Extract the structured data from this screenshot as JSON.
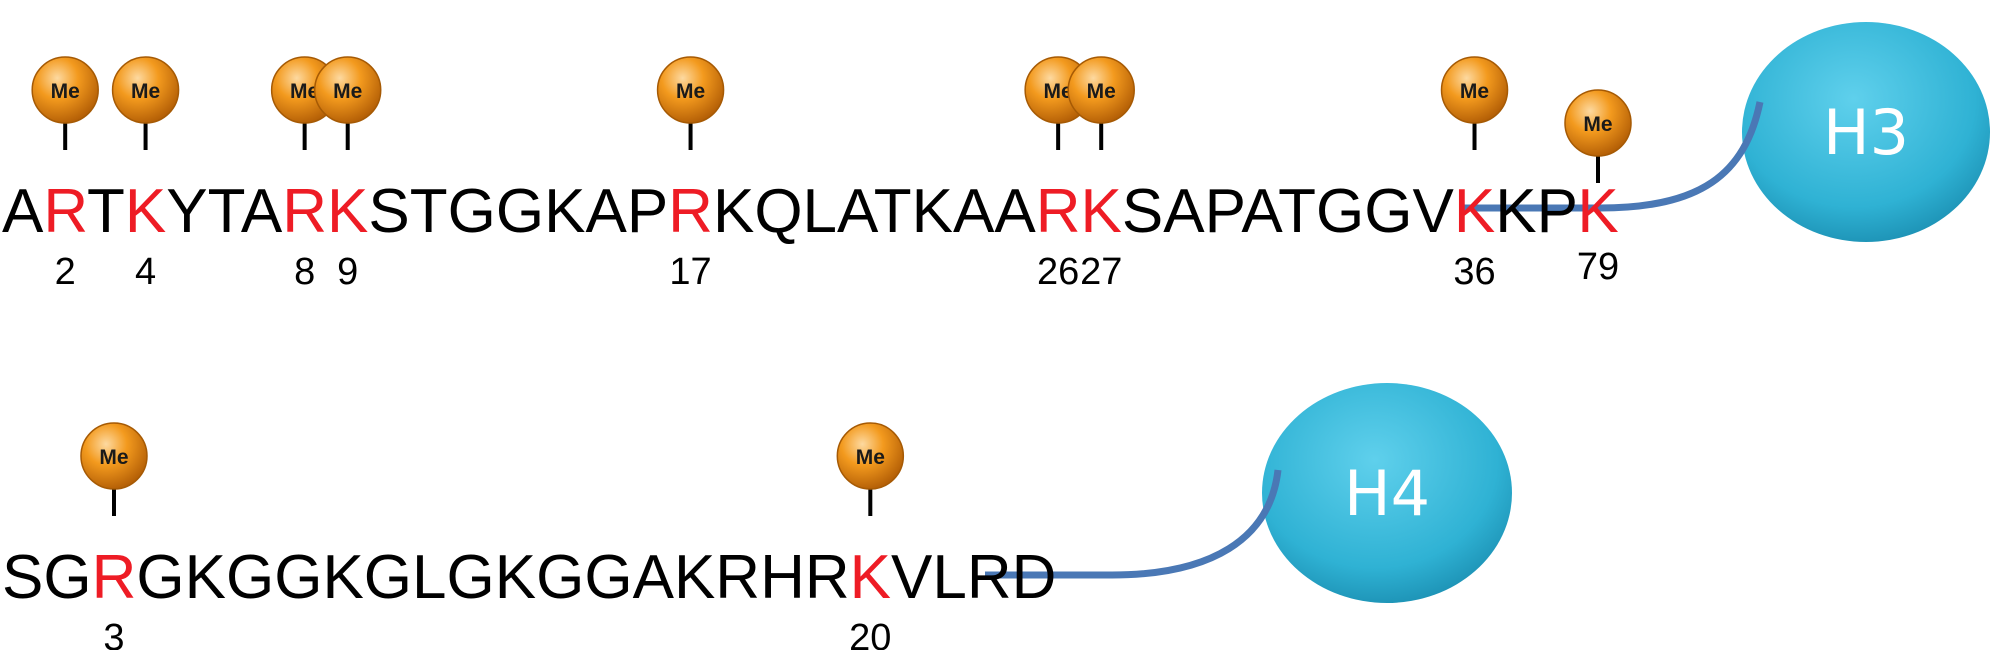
{
  "colors": {
    "modified_residue": "#ee1c25",
    "residue": "#000000",
    "methyl_ball": "#f39a1e",
    "histone_core": "#2fb2d4",
    "tail_line": "#4a78b5"
  },
  "methyl_label": "Me",
  "h3": {
    "core_label": "H3",
    "sequence": [
      {
        "res": "A"
      },
      {
        "res": "R",
        "pos": "2"
      },
      {
        "res": "T"
      },
      {
        "res": "K",
        "pos": "4"
      },
      {
        "res": "Y"
      },
      {
        "res": "T"
      },
      {
        "res": "A"
      },
      {
        "res": "R",
        "pos": "8"
      },
      {
        "res": "K",
        "pos": "9"
      },
      {
        "res": "S"
      },
      {
        "res": "T"
      },
      {
        "res": "G"
      },
      {
        "res": "G"
      },
      {
        "res": "K"
      },
      {
        "res": "A"
      },
      {
        "res": "P"
      },
      {
        "res": "R",
        "pos": "17"
      },
      {
        "res": "K"
      },
      {
        "res": "Q"
      },
      {
        "res": "L"
      },
      {
        "res": "A"
      },
      {
        "res": "T"
      },
      {
        "res": "K"
      },
      {
        "res": "A"
      },
      {
        "res": "A"
      },
      {
        "res": "R",
        "pos": "26"
      },
      {
        "res": "K",
        "pos": "27"
      },
      {
        "res": "S"
      },
      {
        "res": "A"
      },
      {
        "res": "P"
      },
      {
        "res": "A"
      },
      {
        "res": "T"
      },
      {
        "res": "G"
      },
      {
        "res": "G"
      },
      {
        "res": "V"
      },
      {
        "res": "K",
        "pos": "36"
      },
      {
        "res": "K"
      },
      {
        "res": "P"
      }
    ],
    "distal_site": {
      "res": "K",
      "pos": "79"
    }
  },
  "h4": {
    "core_label": "H4",
    "sequence": [
      {
        "res": "S"
      },
      {
        "res": "G"
      },
      {
        "res": "R",
        "pos": "3"
      },
      {
        "res": "G"
      },
      {
        "res": "K"
      },
      {
        "res": "G"
      },
      {
        "res": "G"
      },
      {
        "res": "K"
      },
      {
        "res": "G"
      },
      {
        "res": "L"
      },
      {
        "res": "G"
      },
      {
        "res": "K"
      },
      {
        "res": "G"
      },
      {
        "res": "G"
      },
      {
        "res": "A"
      },
      {
        "res": "K"
      },
      {
        "res": "R"
      },
      {
        "res": "H"
      },
      {
        "res": "R"
      },
      {
        "res": "K",
        "pos": "20"
      },
      {
        "res": "V"
      },
      {
        "res": "L"
      },
      {
        "res": "R"
      },
      {
        "res": "D"
      }
    ]
  }
}
